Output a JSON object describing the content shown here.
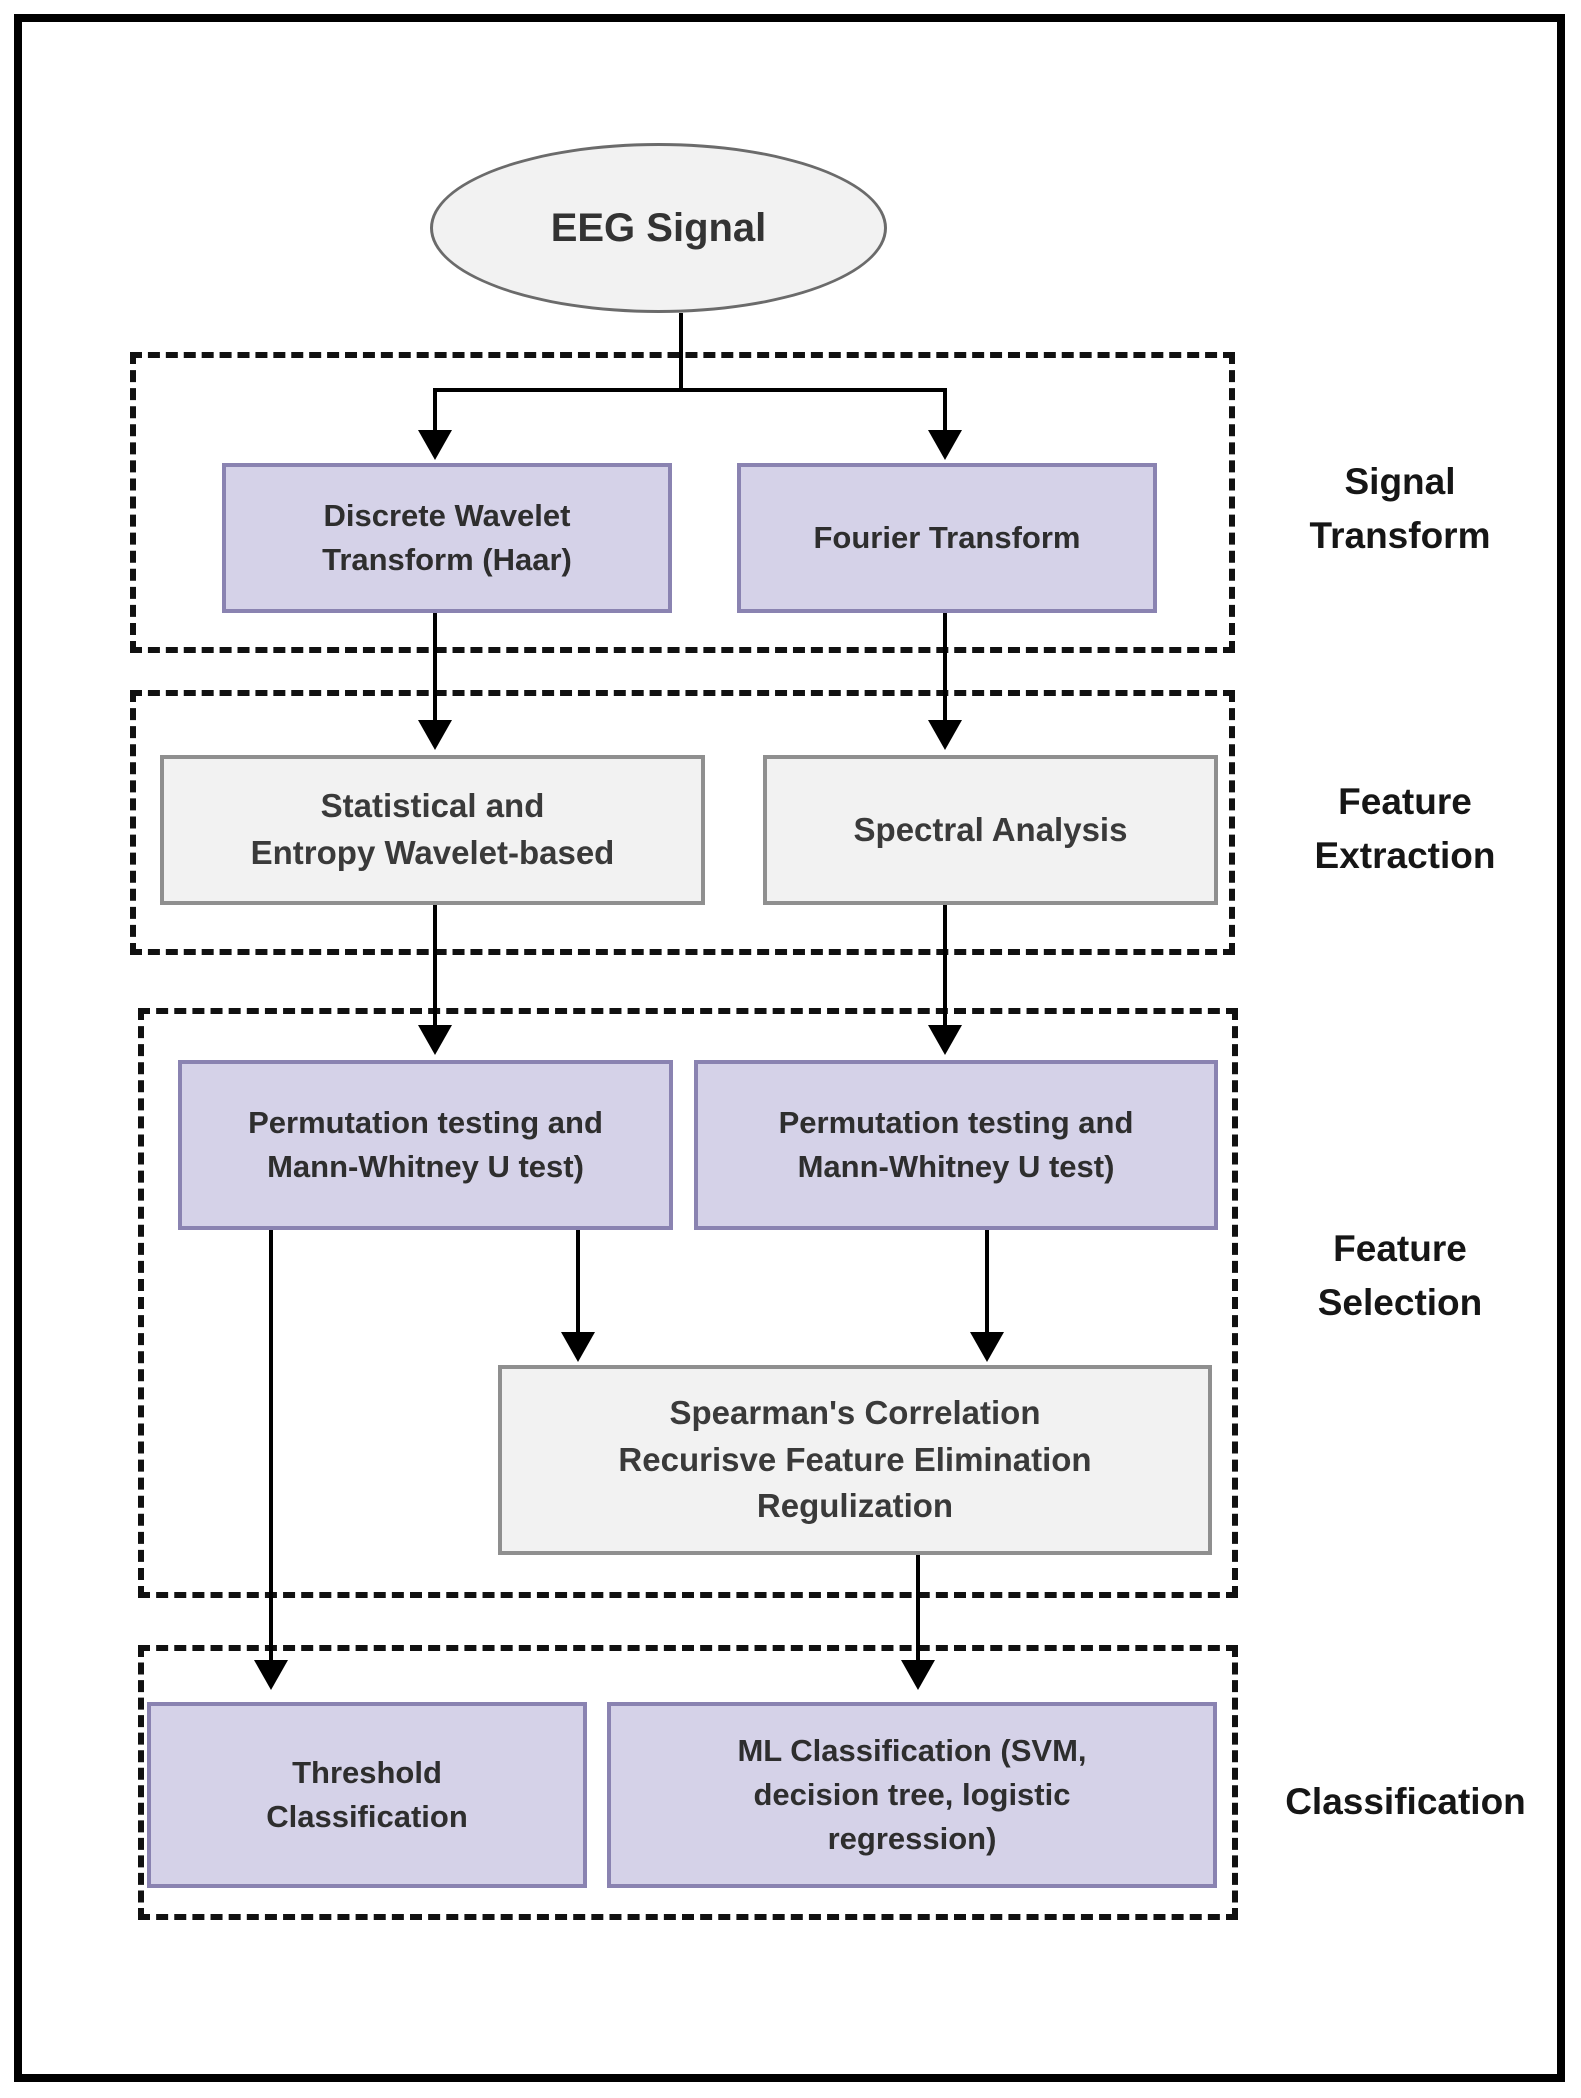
{
  "diagram": {
    "root_node": {
      "label": "EEG Signal"
    },
    "section_labels": {
      "signal_transform": {
        "lines": [
          "Signal",
          "Transform"
        ]
      },
      "feature_extraction": {
        "lines": [
          "Feature",
          "Extraction"
        ]
      },
      "feature_selection": {
        "lines": [
          "Feature",
          "Selection"
        ]
      },
      "classification": {
        "lines": [
          "Classification"
        ]
      }
    },
    "nodes": {
      "dwt": {
        "lines": [
          "Discrete Wavelet",
          "Transform (Haar)"
        ]
      },
      "fourier": {
        "lines": [
          "Fourier Transform"
        ]
      },
      "stat_entropy": {
        "lines": [
          "Statistical and",
          "Entropy Wavelet-based"
        ]
      },
      "spectral": {
        "lines": [
          "Spectral Analysis"
        ]
      },
      "perm_left": {
        "lines": [
          "Permutation testing and",
          "Mann-Whitney U test)"
        ]
      },
      "perm_right": {
        "lines": [
          "Permutation testing and",
          "Mann-Whitney U test)"
        ]
      },
      "spearman": {
        "lines": [
          "Spearman's Correlation",
          "Recurisve Feature Elimination",
          "Regulization"
        ]
      },
      "threshold": {
        "lines": [
          "Threshold",
          "Classification"
        ]
      },
      "ml": {
        "lines": [
          "ML Classification (SVM,",
          "decision tree, logistic",
          "regression)"
        ]
      }
    },
    "colors": {
      "purple_fill": "#d5d2e8",
      "purple_border": "#8a83b1",
      "gray_fill": "#f2f2f2",
      "gray_border": "#8f8f8f",
      "dashed_border": "#111111",
      "line": "#000000"
    }
  }
}
